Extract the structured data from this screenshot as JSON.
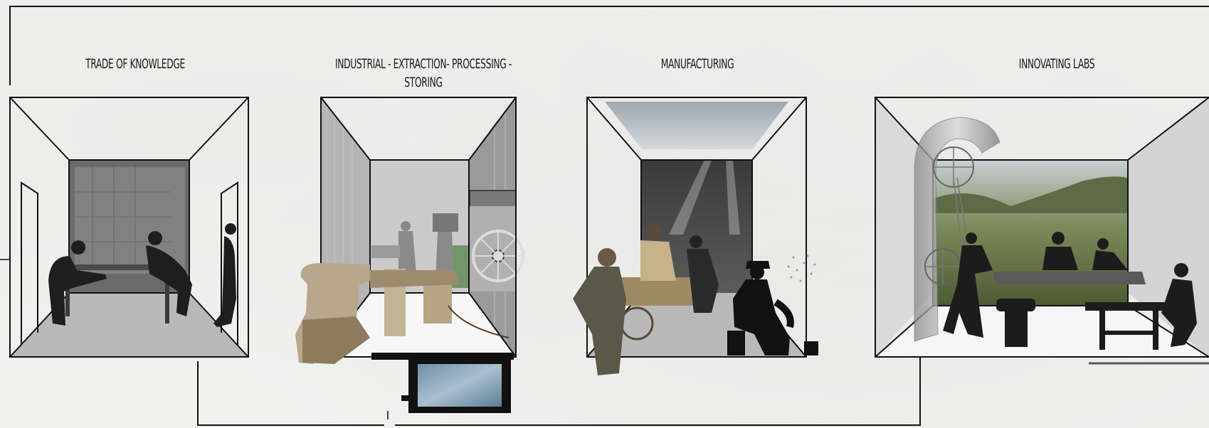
{
  "labels": {
    "trade": "TRADE OF KNOWLEDGE",
    "industrial": "INDUSTRIAL - EXTRACTION- PROCESSING - STORING",
    "manufacturing": "MANUFACTURING",
    "labs": "INNOVATING LABS"
  }
}
